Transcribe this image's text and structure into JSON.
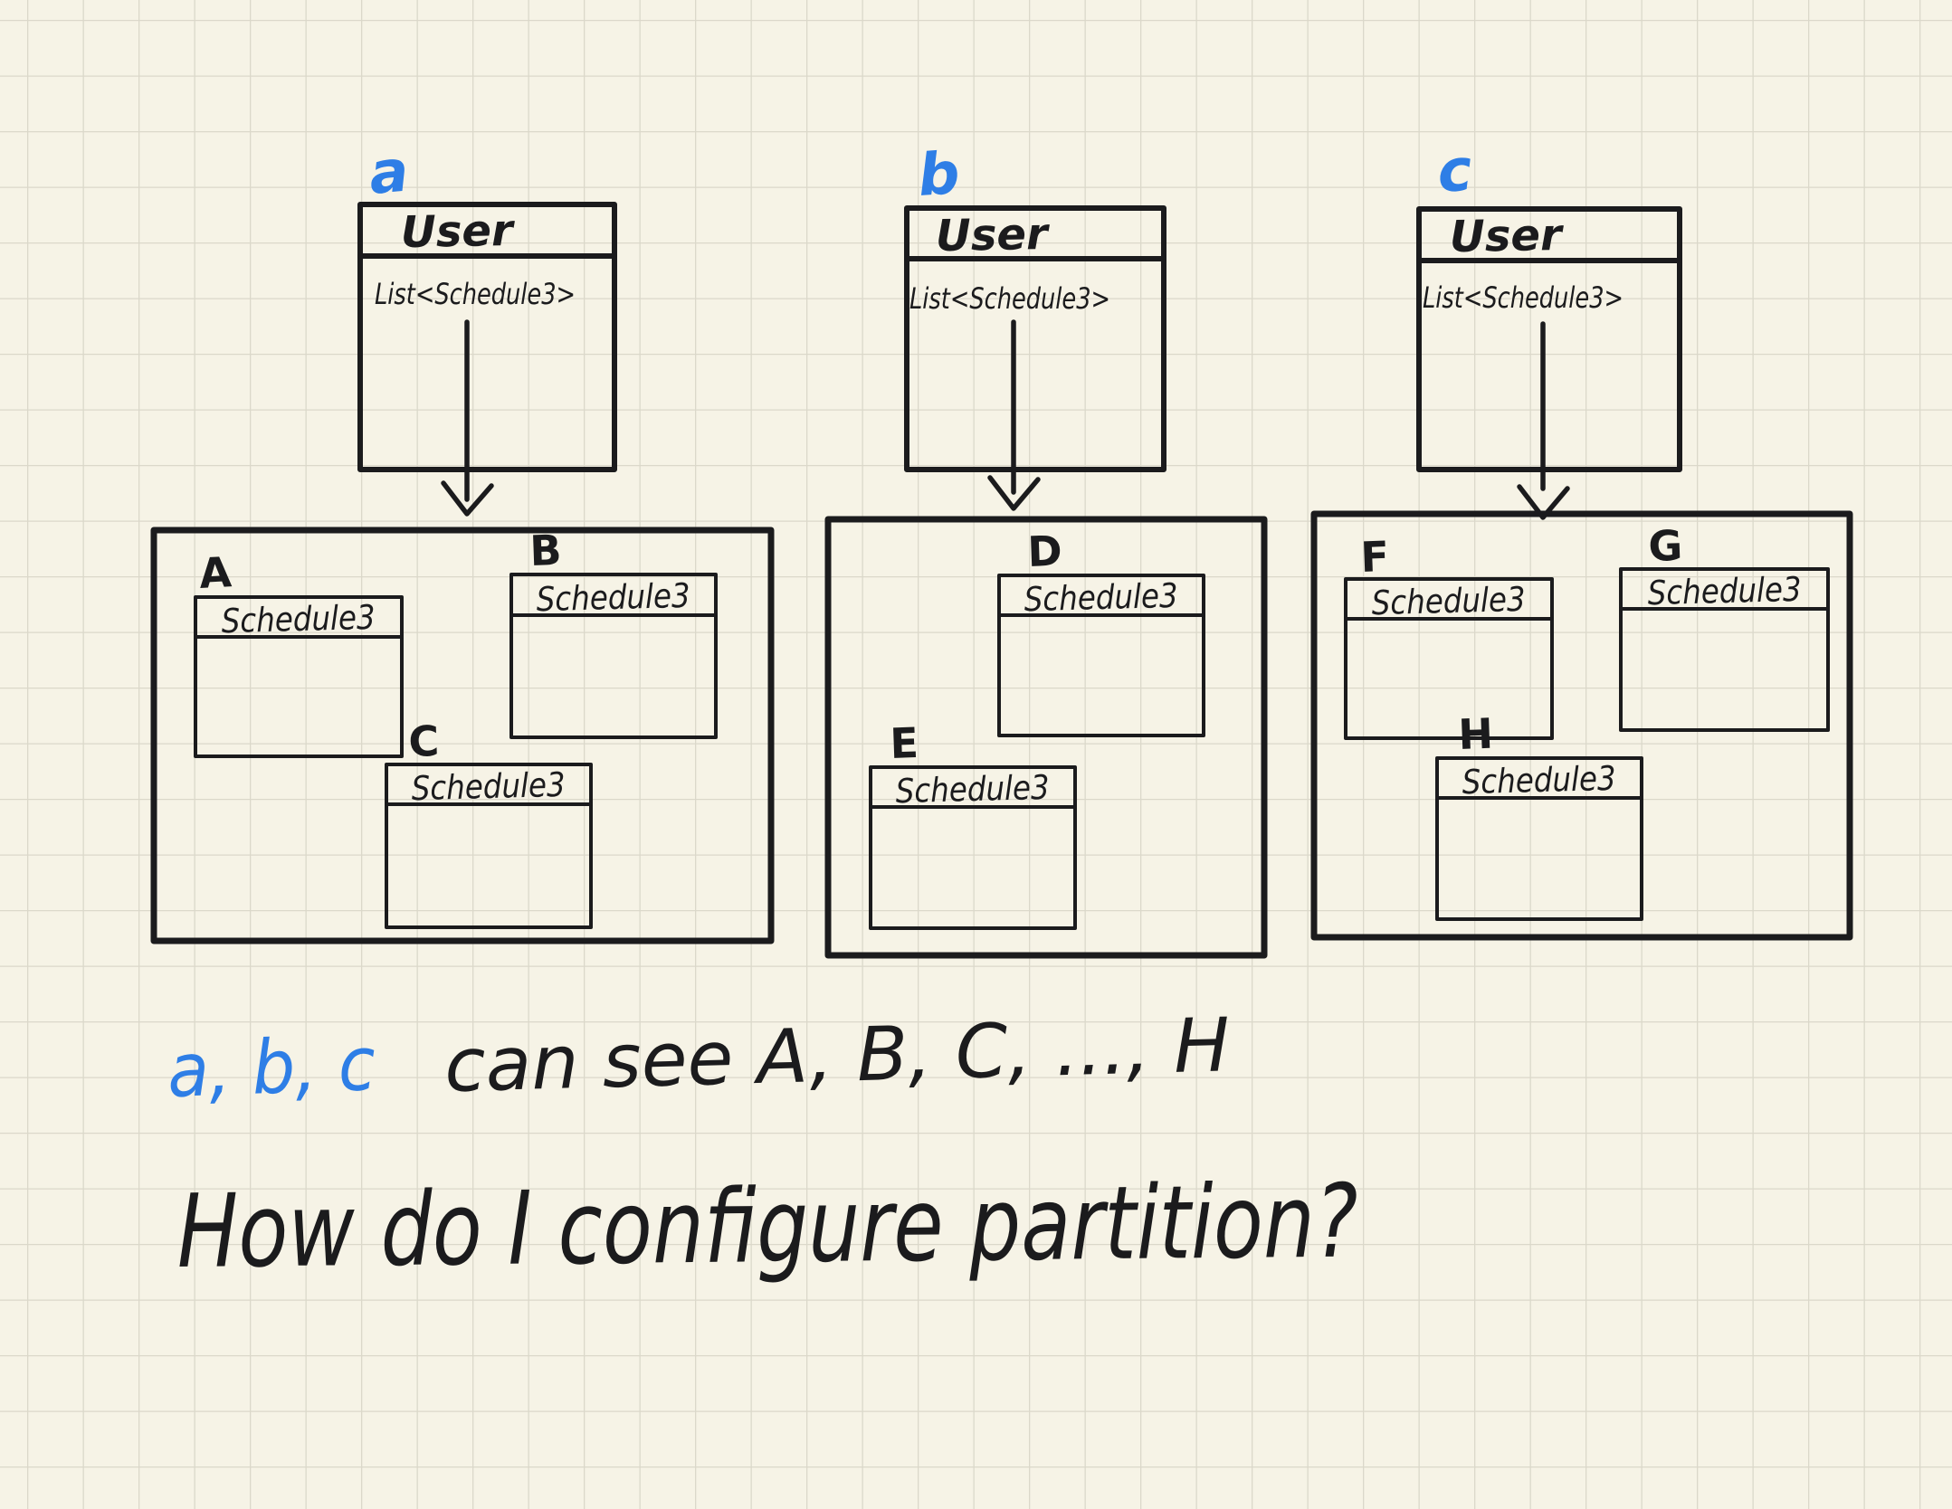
{
  "canvas": {
    "background": "#f6f3e6",
    "grid_line": "#dbd8ca",
    "ink": "#1b1b1d",
    "accent_blue": "#2e7ee6"
  },
  "users": [
    {
      "label": "a",
      "title": "User",
      "attribute": "List<Schedule3>"
    },
    {
      "label": "b",
      "title": "User",
      "attribute": "List<Schedule3>"
    },
    {
      "label": "c",
      "title": "User",
      "attribute": "List<Schedule3>"
    }
  ],
  "partitions": [
    {
      "schedules": [
        {
          "label": "A",
          "title": "Schedule3"
        },
        {
          "label": "B",
          "title": "Schedule3"
        },
        {
          "label": "C",
          "title": "Schedule3"
        }
      ]
    },
    {
      "schedules": [
        {
          "label": "D",
          "title": "Schedule3"
        },
        {
          "label": "E",
          "title": "Schedule3"
        }
      ]
    },
    {
      "schedules": [
        {
          "label": "F",
          "title": "Schedule3"
        },
        {
          "label": "G",
          "title": "Schedule3"
        },
        {
          "label": "H",
          "title": "Schedule3"
        }
      ]
    }
  ],
  "annotation": {
    "line1_subject": "a, b, c",
    "line1_rest": "can see A, B, C, ..., H",
    "line2": "How do I configure partition?"
  }
}
